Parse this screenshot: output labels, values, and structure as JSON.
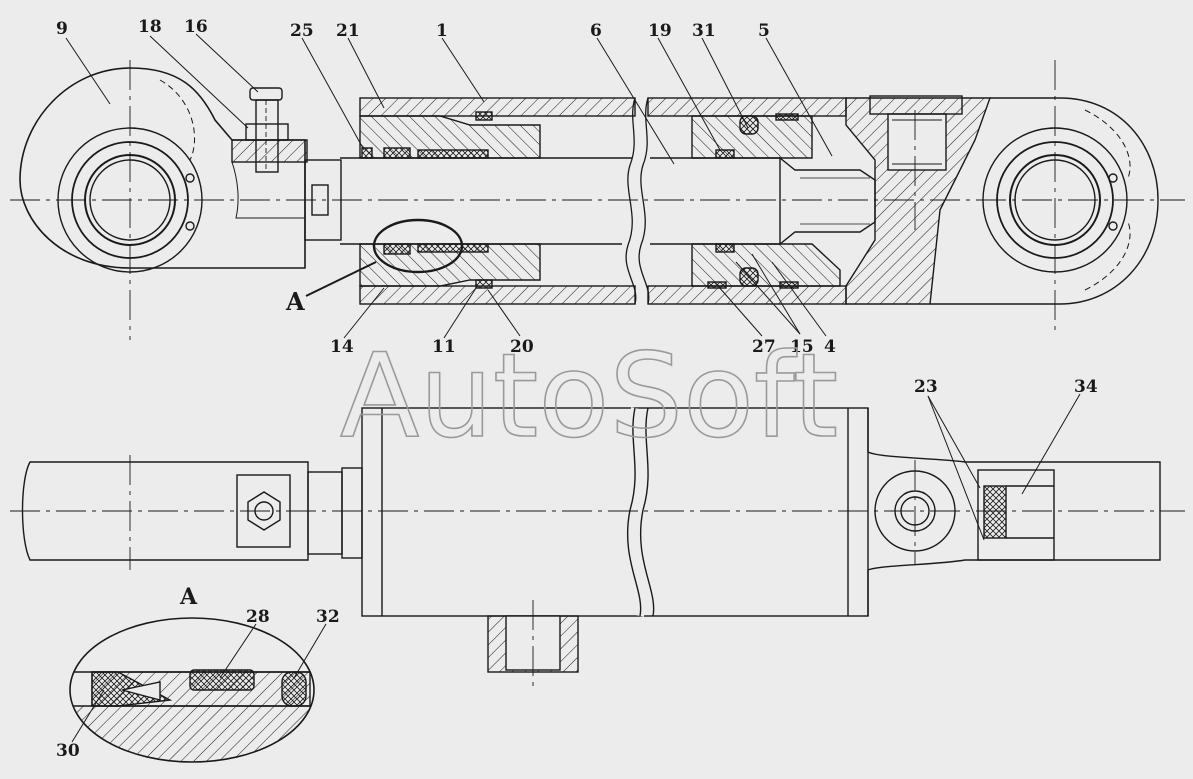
{
  "colors": {
    "background": "#ececec",
    "line": "#1a1a1a",
    "watermark": "#9a9a9a"
  },
  "watermark": "AutoSoft",
  "detail_label": "A",
  "callouts": [
    {
      "id": "c9",
      "text": "9"
    },
    {
      "id": "c18",
      "text": "18"
    },
    {
      "id": "c16",
      "text": "16"
    },
    {
      "id": "c25",
      "text": "25"
    },
    {
      "id": "c21",
      "text": "21"
    },
    {
      "id": "c1",
      "text": "1"
    },
    {
      "id": "c6",
      "text": "6"
    },
    {
      "id": "c19",
      "text": "19"
    },
    {
      "id": "c31",
      "text": "31"
    },
    {
      "id": "c5",
      "text": "5"
    },
    {
      "id": "cA",
      "text": "A"
    },
    {
      "id": "c14",
      "text": "14"
    },
    {
      "id": "c11",
      "text": "11"
    },
    {
      "id": "c20",
      "text": "20"
    },
    {
      "id": "c27",
      "text": "27"
    },
    {
      "id": "c15",
      "text": "15"
    },
    {
      "id": "c4",
      "text": "4"
    },
    {
      "id": "c23",
      "text": "23"
    },
    {
      "id": "c34",
      "text": "34"
    },
    {
      "id": "c28",
      "text": "28"
    },
    {
      "id": "c32",
      "text": "32"
    },
    {
      "id": "c30",
      "text": "30"
    }
  ]
}
